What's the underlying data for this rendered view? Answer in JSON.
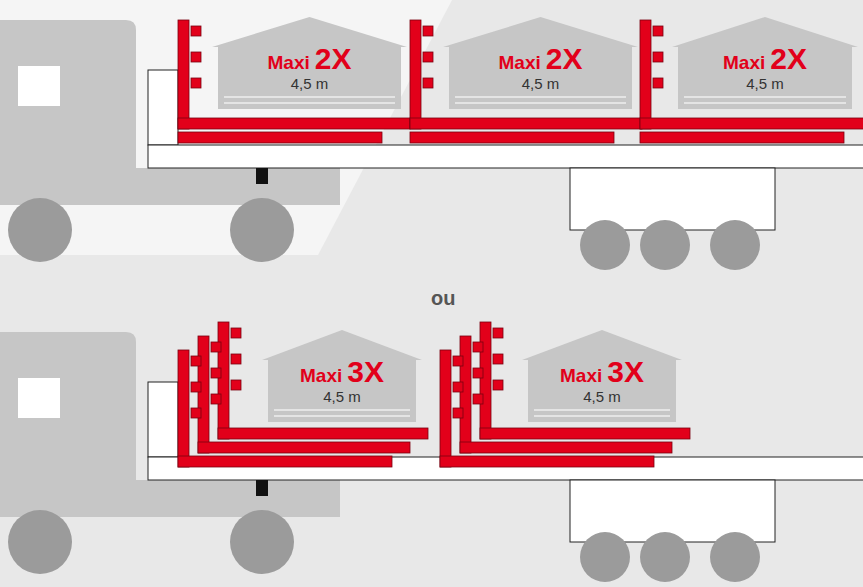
{
  "diagram": {
    "nodes": [
      {
        "text": [
          "Maxi",
          "2X",
          "4,5 m"
        ]
      },
      {
        "text": [
          "Maxi",
          "2X",
          "4,5 m"
        ]
      },
      {
        "text": [
          "Maxi",
          "2X",
          "4,5 m"
        ]
      },
      {
        "text": [
          "Maxi",
          "3X",
          "4,5 m"
        ]
      },
      {
        "text": [
          "Maxi",
          "3X",
          "4,5 m"
        ]
      }
    ],
    "labels": [
      "ou"
    ]
  }
}
